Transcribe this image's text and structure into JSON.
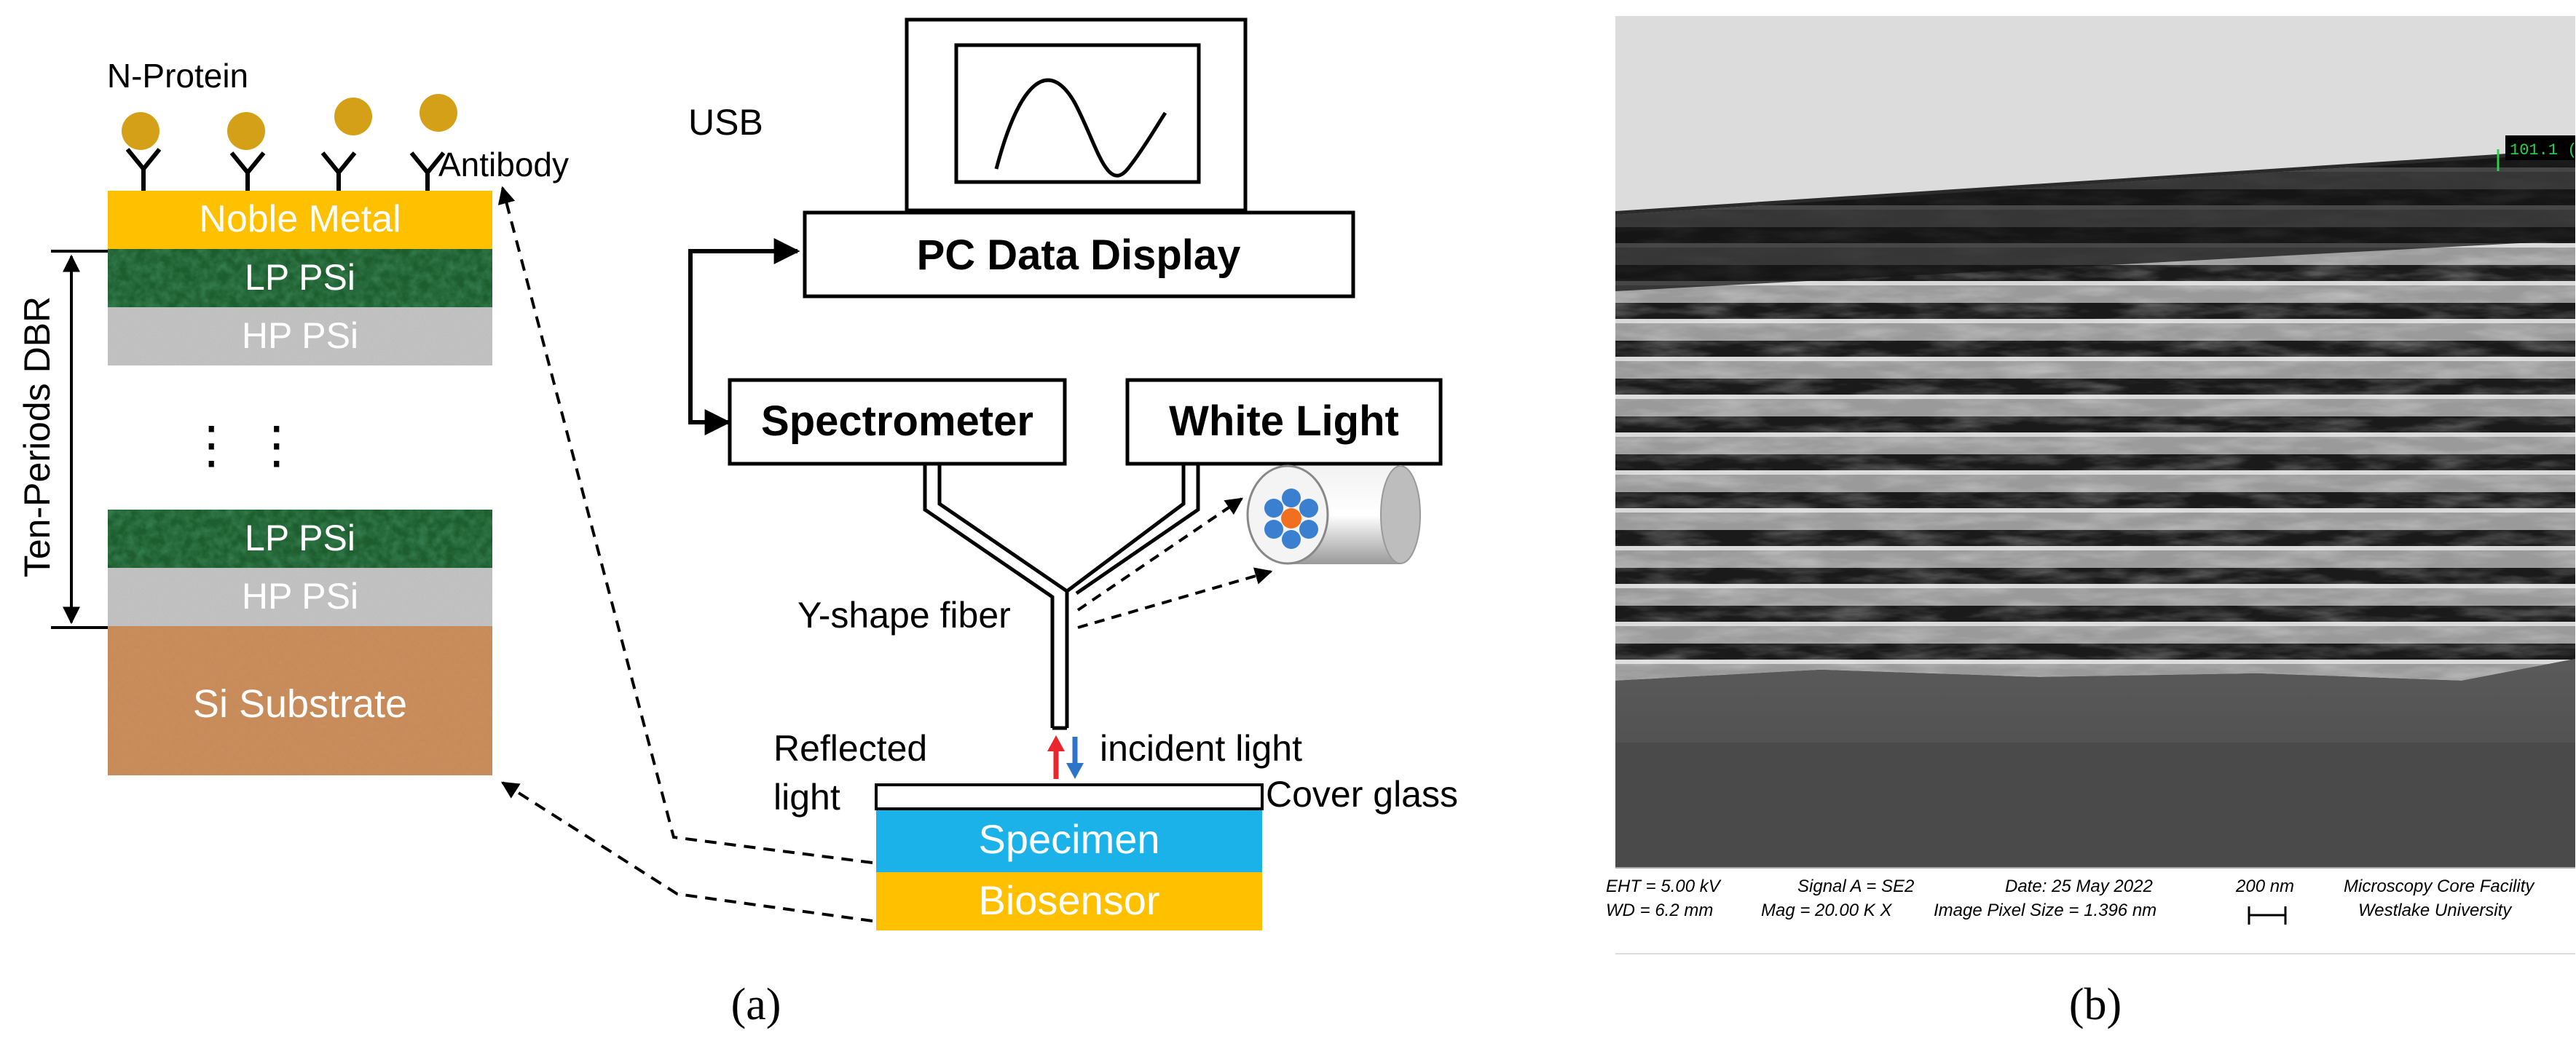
{
  "panel_a": {
    "label": "(a)",
    "stack": {
      "n_protein": "N-Protein",
      "antibody": "Antibody",
      "noble_metal": "Noble Metal",
      "lp_psi_top": "LP PSi",
      "hp_psi_top": "HP PSi",
      "ellipsis": "⋮   ⋮",
      "lp_psi_bottom": "LP PSi",
      "hp_psi_bottom": "HP PSi",
      "si_substrate": "Si Substrate",
      "dbr_label": "Ten-Periods DBR"
    },
    "setup": {
      "usb": "USB",
      "pc_data_display": "PC Data Display",
      "spectrometer": "Spectrometer",
      "white_light": "White Light",
      "y_shape_fiber": "Y-shape fiber",
      "reflected_light_1": "Reflected",
      "reflected_light_2": "light",
      "incident_light": "incident light",
      "cover_glass": "Cover glass",
      "specimen": "Specimen",
      "biosensor": "Biosensor"
    },
    "colors": {
      "noble_metal": "#FFC000",
      "lp_psi": "#1E5E2E",
      "hp_psi": "#BEBEBE",
      "si_substrate": "#C98A5A",
      "specimen": "#1AB2E8",
      "biosensor": "#FFC000",
      "protein": "#D4A017",
      "reflected_arrow": "#E8262B",
      "incident_arrow": "#2E75C8",
      "fiber_center": "#F07020",
      "fiber_outer": "#3A7FD0"
    }
  },
  "panel_b": {
    "label": "(b)",
    "sem_meta": {
      "eht": "EHT = 5.00 kV",
      "wd": "WD = 6.2 mm",
      "signal": "Signal A = SE2",
      "mag": "Mag = 20.00 K X",
      "date": "Date: 25 May 2022",
      "pixel_size": "Image Pixel Size = 1.396 nm",
      "scale": "200 nm",
      "facility": "Microscopy Core Facility",
      "university": "Westlake University",
      "overlay_value": "101.1 ("
    }
  }
}
